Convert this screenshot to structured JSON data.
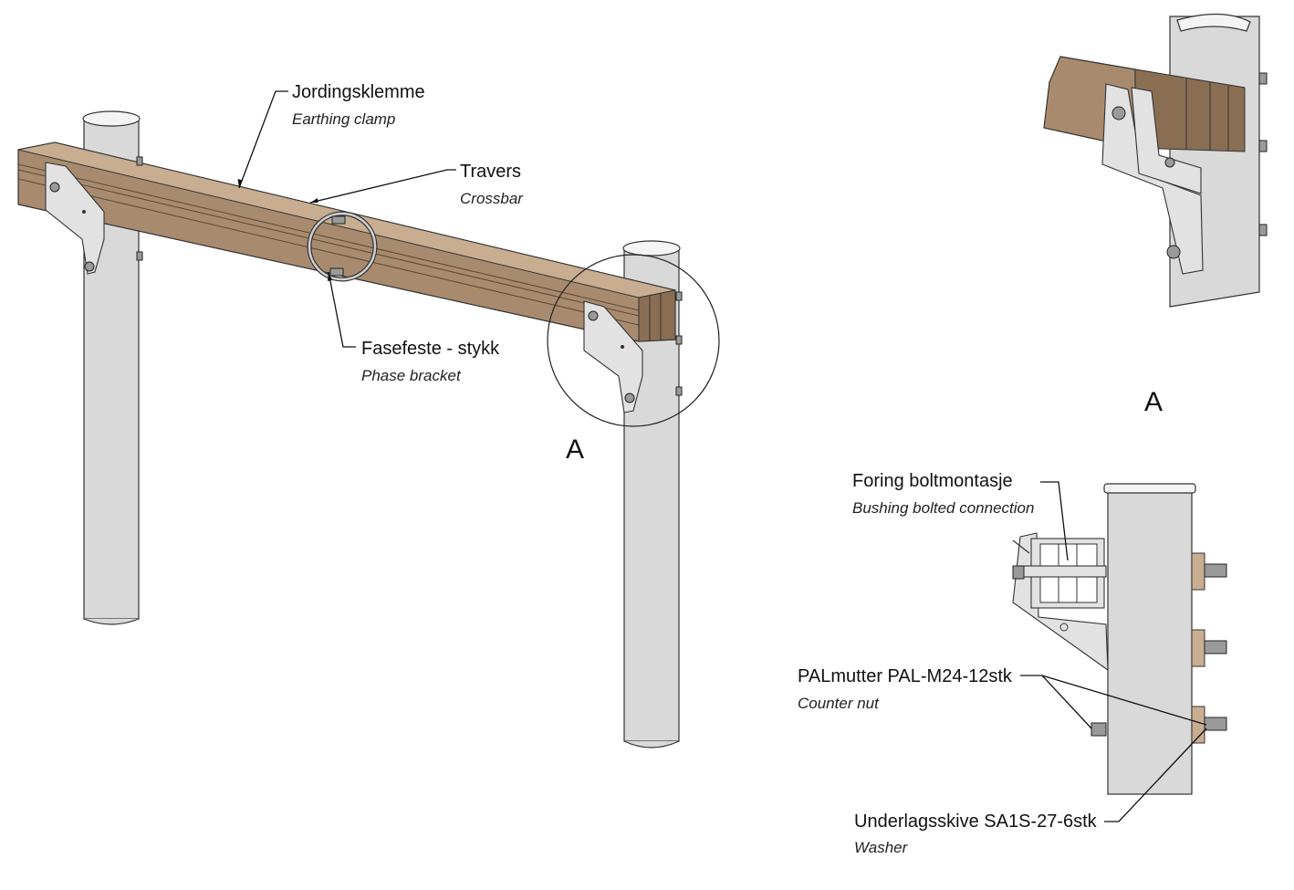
{
  "labels": {
    "earthing_clamp": {
      "no": "Jordingsklemme",
      "en": "Earthing clamp"
    },
    "crossbar": {
      "no": "Travers",
      "en": "Crossbar"
    },
    "phase_bracket": {
      "no": "Fasefeste - stykk",
      "en": "Phase bracket"
    },
    "bushing": {
      "no": "Foring boltmontasje",
      "en": "Bushing bolted connection"
    },
    "counter_nut": {
      "no": "PALmutter PAL-M24-12stk",
      "en": "Counter nut"
    },
    "washer": {
      "no": "Underlagsskive SA1S-27-6stk",
      "en": "Washer"
    }
  },
  "detail_marks": {
    "main": "A",
    "detail_view": "A"
  },
  "colors": {
    "crossbar_wood": "#a88b6e",
    "pole_steel": "#d9d9d9",
    "line": "#111111"
  }
}
